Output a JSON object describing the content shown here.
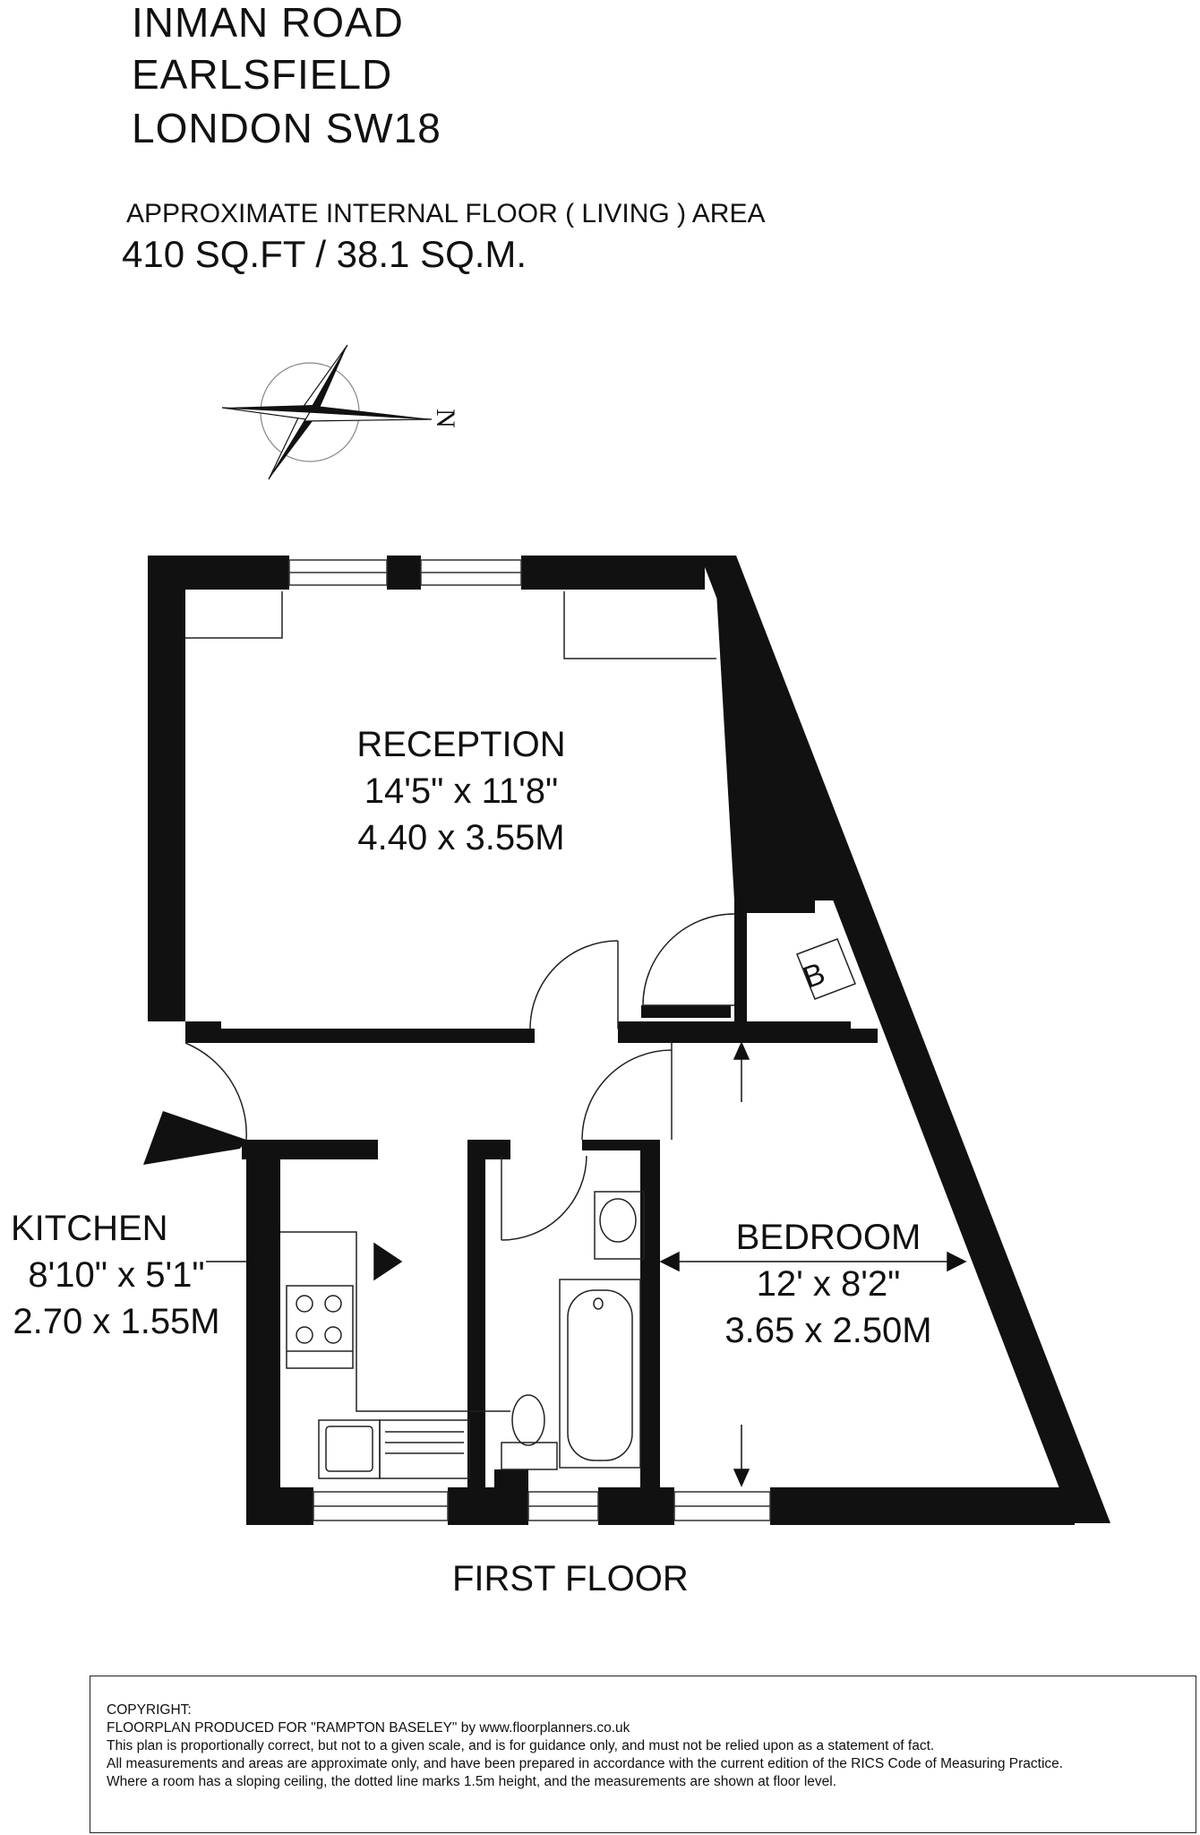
{
  "address": {
    "line1": "INMAN ROAD",
    "line2": "EARLSFIELD",
    "line3": "LONDON SW18"
  },
  "area": {
    "label": "APPROXIMATE INTERNAL FLOOR ( LIVING ) AREA",
    "value": "410 SQ.FT / 38.1 SQ.M."
  },
  "compass": {
    "north_label": "N"
  },
  "rooms": {
    "reception": {
      "name": "RECEPTION",
      "imperial": "14'5\" x 11'8\"",
      "metric": "4.40 x 3.55M"
    },
    "kitchen": {
      "name": "KITCHEN",
      "imperial": "8'10\" x 5'1\"",
      "metric": "2.70 x 1.55M"
    },
    "bedroom": {
      "name": "BEDROOM",
      "imperial": "12' x 8'2\"",
      "metric": "3.65 x 2.50M"
    },
    "boiler_label": "B"
  },
  "floor_name": "FIRST FLOOR",
  "copyright": {
    "heading": "COPYRIGHT:",
    "line1": "FLOORPLAN PRODUCED FOR \"RAMPTON BASELEY\" by www.floorplanners.co.uk",
    "line2": "This plan is proportionally correct, but not to a given scale, and is for guidance only, and must not be relied upon as a statement of fact.",
    "line3": "All measurements and areas are approximate only, and have been prepared in accordance with the current edition of the RICS Code of Measuring Practice.",
    "line4": "Where a room has a sloping ceiling, the dotted line marks 1.5m height, and the measurements are shown at floor level."
  }
}
